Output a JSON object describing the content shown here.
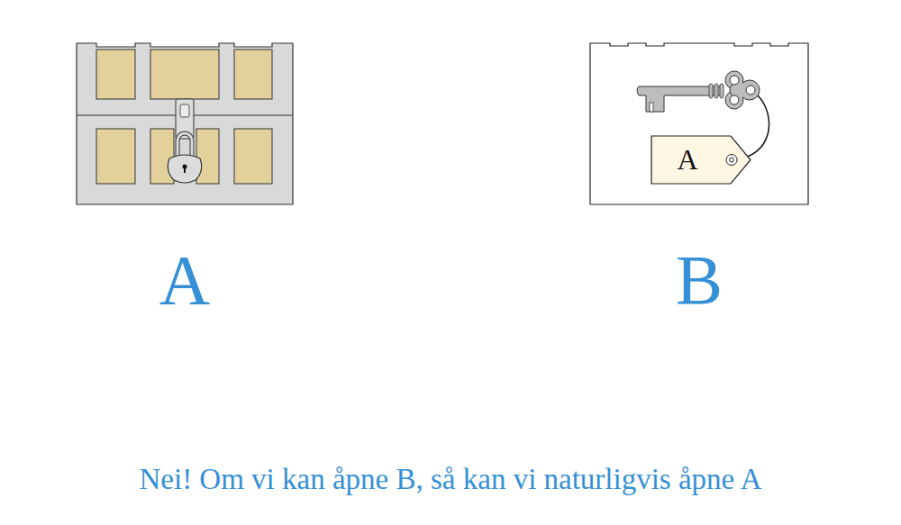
{
  "diagram": {
    "caption": "Nei! Om vi kan åpne B, så kan vi naturligvis åpne A",
    "nodes": [
      {
        "text": [
          "A"
        ]
      },
      {
        "text": [
          "B"
        ]
      },
      {
        "text": [
          "A"
        ],
        "in": 1
      }
    ]
  }
}
